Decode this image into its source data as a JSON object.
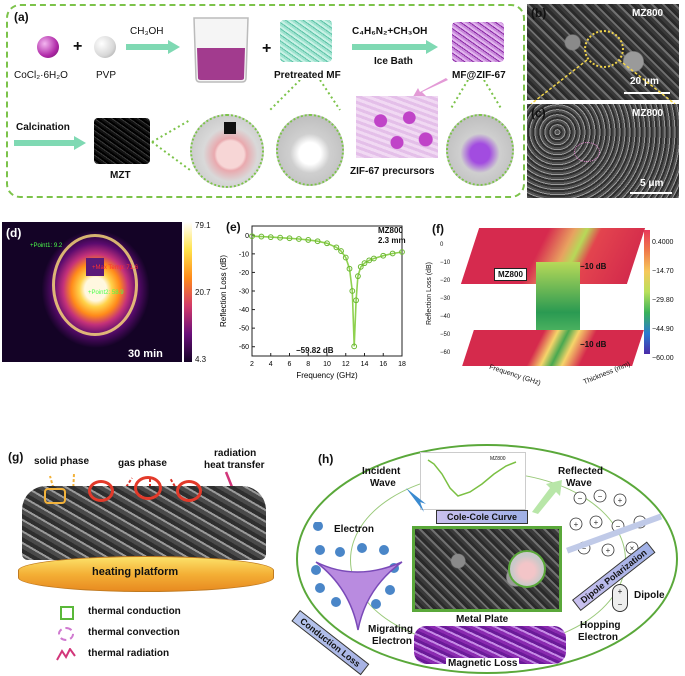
{
  "panel_a": {
    "label": "(a)",
    "reagent1": "CoCl₂·6H₂O",
    "reagent2": "PVP",
    "solvent": "CH₃OH",
    "pretreated": "Pretreated MF",
    "step2_top": "C₄H₆N₂+CH₃OH",
    "step2_bottom": "Ice Bath",
    "product": "MF@ZIF-67",
    "calcination": "Calcination",
    "mzt": "MZT",
    "precursors": "ZIF-67 precursors"
  },
  "panel_b": {
    "label": "(b)",
    "sample": "MZ800",
    "scale": "20 μm"
  },
  "panel_c": {
    "label": "(c)",
    "sample": "MZ800",
    "scale": "5 μm"
  },
  "panel_d": {
    "label": "(d)",
    "point1": "+Point1: 9.2",
    "max": "+Max Temp: 71.6",
    "point2": "+Point2: 58.9",
    "time": "30 min",
    "scale_max": "79.1",
    "scale_mid": "20.7",
    "scale_min": "4.3"
  },
  "panel_e": {
    "label": "(e)",
    "sample": "MZ800",
    "thickness": "2.3 mm",
    "min_label": "−59.82 dB",
    "chart_data": {
      "type": "line",
      "xlabel": "Frequency (GHz)",
      "ylabel": "Reflection Loss (dB)",
      "xlim": [
        2,
        18
      ],
      "ylim": [
        -65,
        5
      ],
      "xticks": [
        2,
        4,
        6,
        8,
        10,
        12,
        14,
        16,
        18
      ],
      "yticks": [
        0,
        -10,
        -20,
        -30,
        -40,
        -50,
        -60
      ],
      "x": [
        2,
        3,
        4,
        5,
        6,
        7,
        8,
        9,
        10,
        11,
        11.5,
        12,
        12.4,
        12.7,
        12.9,
        13.1,
        13.3,
        13.6,
        14,
        14.5,
        15,
        16,
        17,
        18
      ],
      "y": [
        -0.5,
        -0.7,
        -1.0,
        -1.3,
        -1.6,
        -2.0,
        -2.5,
        -3.2,
        -4.3,
        -6.5,
        -8.5,
        -12,
        -18,
        -30,
        -59.82,
        -35,
        -22,
        -17,
        -15,
        -13.5,
        -12.5,
        -11,
        -9.8,
        -9
      ]
    }
  },
  "panel_f": {
    "label": "(f)",
    "sample": "MZ800",
    "minus10_top": "−10 dB",
    "minus10_bottom": "−10 dB",
    "zlabel": "Reflection Loss (dB)",
    "xlabel": "Frequency (GHz)",
    "ylabel": "Thickness (mm)",
    "colorbar": [
      "0.4000",
      "−14.70",
      "−29.80",
      "−44.90",
      "−60.00"
    ],
    "zticks": [
      "0",
      "−10",
      "−20",
      "−30",
      "−40",
      "−50",
      "−60"
    ]
  },
  "panel_g": {
    "label": "(g)",
    "solid": "solid phase",
    "gas": "gas phase",
    "radiation": "radiation",
    "radiation2": "heat transfer",
    "platform": "heating platform",
    "legend": [
      "thermal conduction",
      "thermal convection",
      "thermal radiation"
    ]
  },
  "panel_h": {
    "label": "(h)",
    "incident1": "Incident",
    "incident2": "Wave",
    "reflected1": "Reflected",
    "reflected2": "Wave",
    "colecole": "Cole-Cole Curve",
    "electron": "Electron",
    "conduction": "Conduction Loss",
    "dipole_pol": "Dipole Polarization",
    "dipole": "Dipole",
    "metal": "Metal Plate",
    "migrating1": "Migrating",
    "migrating2": "Electron",
    "hopping1": "Hopping",
    "hopping2": "Electron",
    "magnetic": "Magnetic Loss",
    "inset_legend": "MZ800"
  }
}
